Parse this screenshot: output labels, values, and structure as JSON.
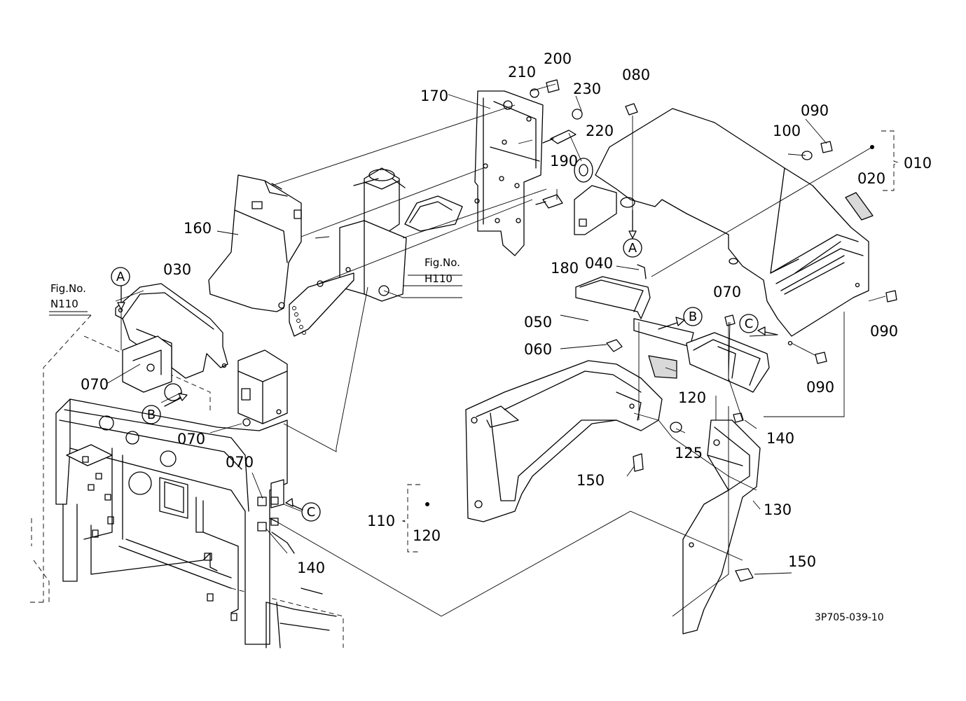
{
  "parts": {
    "p010": "010",
    "p020": "020",
    "p030": "030",
    "p040": "040",
    "p050": "050",
    "p060": "060",
    "p070": "070",
    "p080": "080",
    "p090": "090",
    "p100": "100",
    "p110": "110",
    "p120": "120",
    "p125": "125",
    "p130": "130",
    "p140": "140",
    "p150": "150",
    "p160": "160",
    "p170": "170",
    "p180": "180",
    "p190": "190",
    "p200": "200",
    "p210": "210",
    "p220": "220",
    "p230": "230"
  },
  "refs": {
    "a": "A",
    "b": "B",
    "c": "C"
  },
  "figs": {
    "fig_label": "Fig.No.",
    "n110": "N110",
    "h110": "H110"
  },
  "drawing_code": "3P705-039-10"
}
